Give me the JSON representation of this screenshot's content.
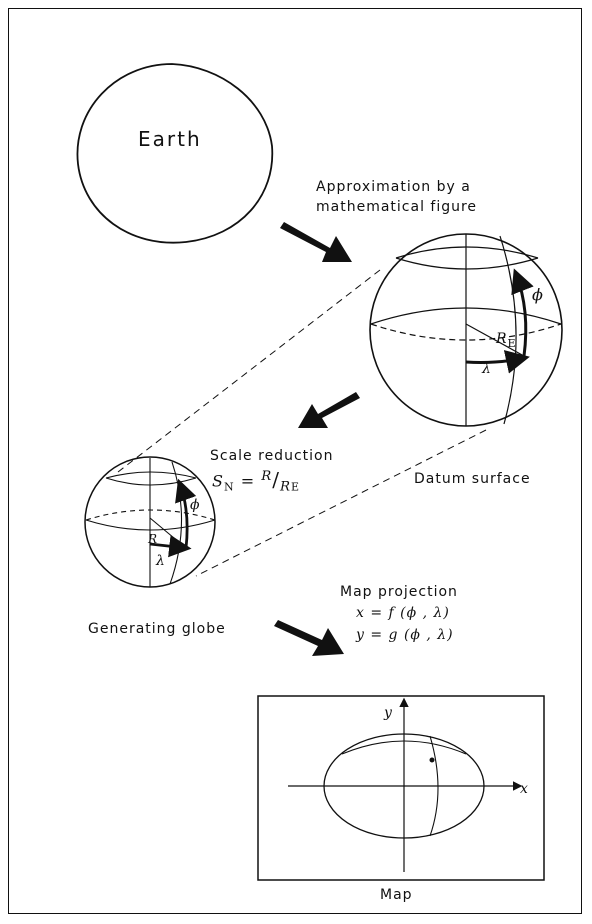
{
  "labels": {
    "earth": "Earth",
    "approx_line1": "Approximation by a",
    "approx_line2": "mathematical figure",
    "scale_reduction": "Scale reduction",
    "datum_surface": "Datum surface",
    "generating_globe": "Generating globe",
    "map_projection": "Map projection",
    "eq_x": "x = f (ϕ , λ)",
    "eq_y": "y = g (ϕ , λ)",
    "map": "Map"
  },
  "symbols": {
    "phi": "ϕ",
    "lambda": "λ",
    "R_E_R": "R",
    "R_E_sub": "E",
    "R": "R",
    "S": "S",
    "S_sub": "N",
    "equals": "=",
    "slash": "/",
    "axis_x": "x",
    "axis_y": "y"
  },
  "icons": [
    "arrow-icon"
  ]
}
